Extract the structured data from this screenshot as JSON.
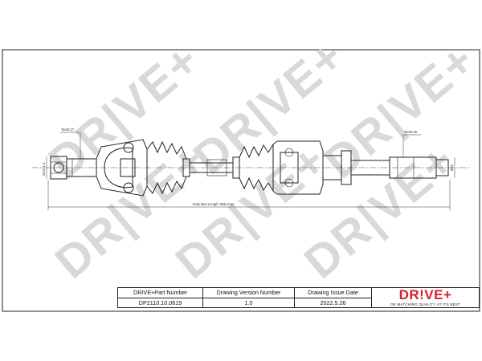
{
  "watermark": {
    "text": "DR|VE+"
  },
  "dimensions": {
    "left_spline": "Teeth:27",
    "right_spline": "Teeth:26",
    "left_diameter": "M24×1.5",
    "right_diameter": "Ø36",
    "extended_length": "Extended  Length: 885.4mm"
  },
  "title_block": {
    "headers": [
      "DRIVE+Part Number",
      "Drawing Version Number",
      "Drawing Issue Date"
    ],
    "values": [
      "DP2110.10.0619",
      "1.0",
      "2022.5.26"
    ],
    "logo_text": "DR!VE+",
    "logo_slogan": "OE MATCHING QUALITY AT ITS BEST"
  },
  "colors": {
    "frame": "#222222",
    "watermark": "#d9d9d9",
    "logo": "#d9222a"
  }
}
